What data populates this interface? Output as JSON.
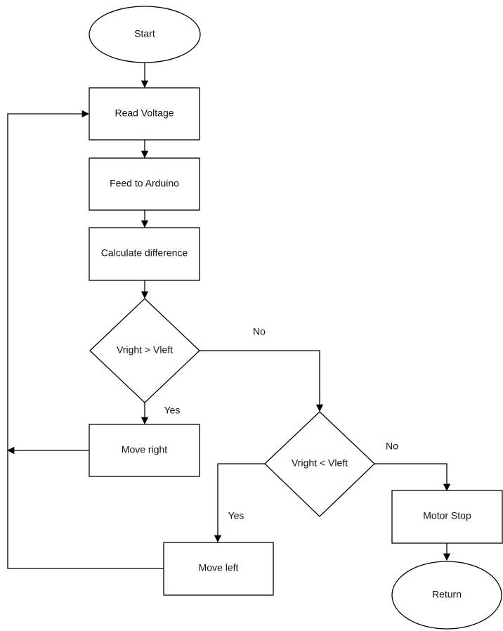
{
  "flowchart": {
    "nodes": {
      "start": "Start",
      "read_voltage": "Read Voltage",
      "feed_to_arduino": "Feed to Arduino",
      "calculate_difference": "Calculate difference",
      "decision_right_gt_left": "Vright > Vleft",
      "move_right": "Move right",
      "decision_right_lt_left": "Vright < Vleft",
      "motor_stop": "Motor Stop",
      "move_left": "Move left",
      "return": "Return"
    },
    "edge_labels": {
      "first_decision_no": "No",
      "first_decision_yes": "Yes",
      "second_decision_no": "No",
      "second_decision_yes": "Yes"
    }
  }
}
